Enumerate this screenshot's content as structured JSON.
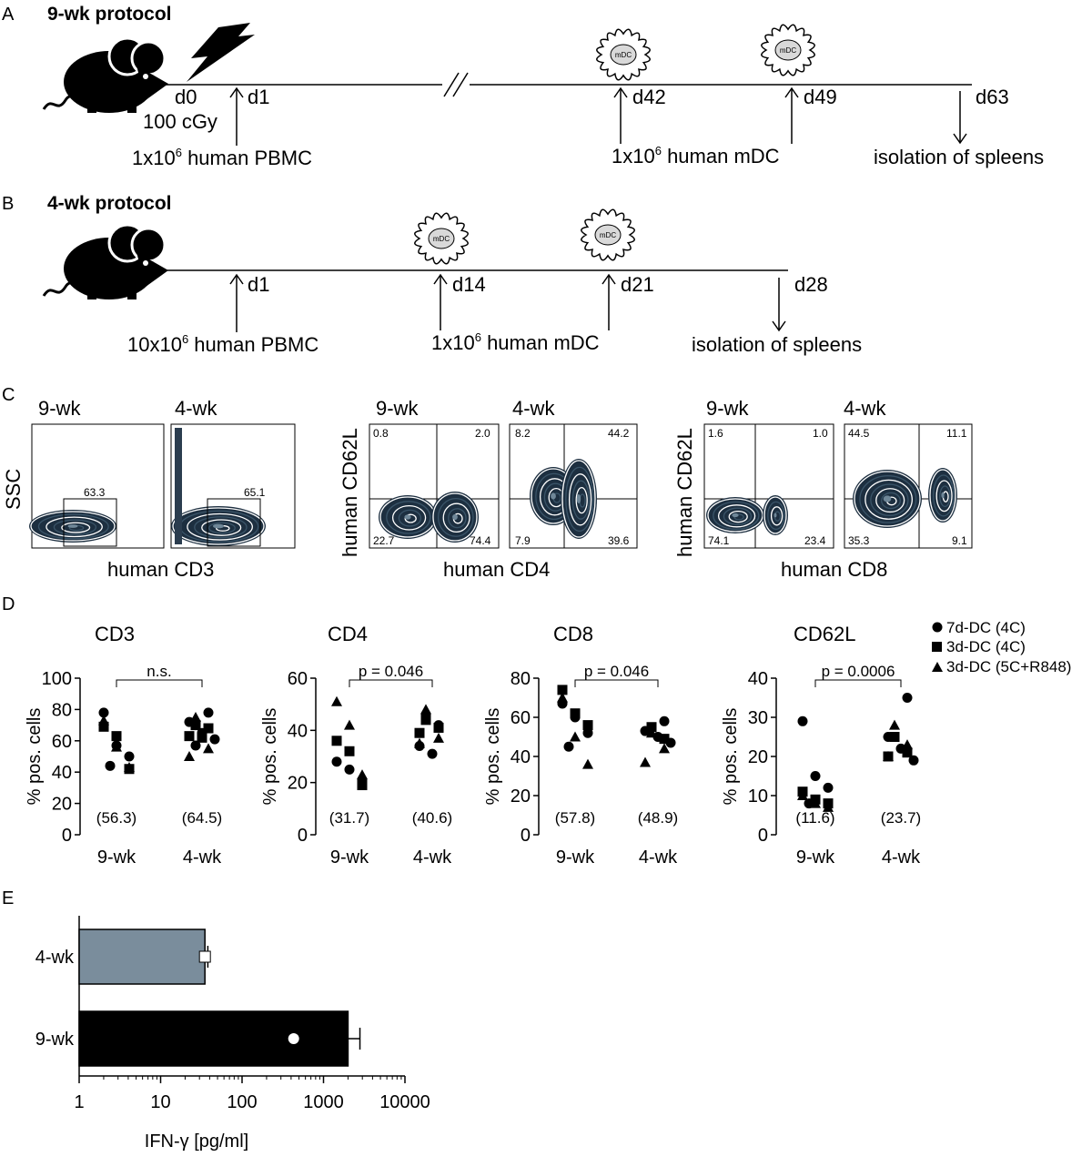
{
  "panel_labels": {
    "A": "A",
    "B": "B",
    "C": "C",
    "D": "D",
    "E": "E"
  },
  "timeline_a": {
    "title": "9-wk protocol",
    "days": [
      "d0",
      "d1",
      "d42",
      "d49",
      "d63"
    ],
    "irradiation": "100 cGy",
    "pbmc_prefix": "1x10",
    "pbmc_exp": "6",
    "pbmc_suffix": " human PBMC",
    "mdc_prefix": "1x10",
    "mdc_exp": "6",
    "mdc_suffix": " human mDC",
    "end": "isolation of spleens",
    "dc_label": "mDC"
  },
  "timeline_b": {
    "title": "4-wk protocol",
    "days": [
      "d1",
      "d14",
      "d21",
      "d28"
    ],
    "pbmc_prefix": "10x10",
    "pbmc_exp": "6",
    "pbmc_suffix": " human PBMC",
    "mdc_prefix": "1x10",
    "mdc_exp": "6",
    "mdc_suffix": " human mDC",
    "end": "isolation of spleens",
    "dc_label": "mDC"
  },
  "flow": {
    "cd3": {
      "ylabel": "SSC",
      "xlabel": "human CD3",
      "plots": [
        {
          "title": "9-wk",
          "gate": "63.3"
        },
        {
          "title": "4-wk",
          "gate": "65.1"
        }
      ]
    },
    "cd4": {
      "ylabel": "human CD62L",
      "xlabel": "human CD4",
      "plots": [
        {
          "title": "9-wk",
          "q": [
            "0.8",
            "2.0",
            "22.7",
            "74.4"
          ]
        },
        {
          "title": "4-wk",
          "q": [
            "8.2",
            "44.2",
            "7.9",
            "39.6"
          ]
        }
      ]
    },
    "cd8": {
      "ylabel": "human CD62L",
      "xlabel": "human CD8",
      "plots": [
        {
          "title": "9-wk",
          "q": [
            "1.6",
            "1.0",
            "74.1",
            "23.4"
          ]
        },
        {
          "title": "4-wk",
          "q": [
            "44.5",
            "11.1",
            "35.3",
            "9.1"
          ]
        }
      ]
    }
  },
  "legend": [
    {
      "marker": "circle",
      "label": "7d-DC (4C)"
    },
    {
      "marker": "square",
      "label": "3d-DC (4C)"
    },
    {
      "marker": "triangle",
      "label": "3d-DC (5C+R848)"
    }
  ],
  "chart_data": [
    {
      "type": "scatter",
      "title": "CD3",
      "ylabel": "% pos. cells",
      "ylim": [
        0,
        100
      ],
      "yticks": [
        0,
        20,
        40,
        60,
        80,
        100
      ],
      "categories": [
        "9-wk",
        "4-wk"
      ],
      "stat": "n.s.",
      "medians": [
        "(56.3)",
        "(64.5)"
      ],
      "series": [
        {
          "name": "7d-DC (4C)",
          "marker": "circle",
          "points": [
            [
              0,
              78
            ],
            [
              0,
              57
            ],
            [
              0,
              50
            ],
            [
              0,
              44
            ],
            [
              1,
              78
            ],
            [
              1,
              72
            ],
            [
              1,
              65
            ],
            [
              1,
              61
            ],
            [
              1,
              57
            ]
          ]
        },
        {
          "name": "3d-DC (4C)",
          "marker": "square",
          "points": [
            [
              0,
              69
            ],
            [
              0,
              63
            ],
            [
              0,
              42
            ],
            [
              1,
              70
            ],
            [
              1,
              68
            ],
            [
              1,
              63
            ],
            [
              1,
              62
            ]
          ]
        },
        {
          "name": "3d-DC (5C+R848)",
          "marker": "triangle",
          "points": [
            [
              0,
              73
            ],
            [
              0,
              56
            ],
            [
              0,
              43
            ],
            [
              1,
              75
            ],
            [
              1,
              55
            ],
            [
              1,
              50
            ]
          ]
        }
      ]
    },
    {
      "type": "scatter",
      "title": "CD4",
      "ylabel": "% pos. cells",
      "ylim": [
        0,
        60
      ],
      "yticks": [
        0,
        20,
        40,
        60
      ],
      "categories": [
        "9-wk",
        "4-wk"
      ],
      "stat": "p = 0.046",
      "medians": [
        "(31.7)",
        "(40.6)"
      ],
      "series": [
        {
          "name": "7d-DC (4C)",
          "marker": "circle",
          "points": [
            [
              0,
              28
            ],
            [
              0,
              25
            ],
            [
              0,
              21
            ],
            [
              1,
              46
            ],
            [
              1,
              42
            ],
            [
              1,
              34
            ],
            [
              1,
              31
            ]
          ]
        },
        {
          "name": "3d-DC (4C)",
          "marker": "square",
          "points": [
            [
              0,
              36
            ],
            [
              0,
              32
            ],
            [
              0,
              19
            ],
            [
              1,
              44
            ],
            [
              1,
              41
            ],
            [
              1,
              39
            ]
          ]
        },
        {
          "name": "3d-DC (5C+R848)",
          "marker": "triangle",
          "points": [
            [
              0,
              51
            ],
            [
              0,
              42
            ],
            [
              0,
              23
            ],
            [
              1,
              48
            ],
            [
              1,
              37
            ],
            [
              1,
              35
            ]
          ]
        }
      ]
    },
    {
      "type": "scatter",
      "title": "CD8",
      "ylabel": "% pos. cells",
      "ylim": [
        0,
        80
      ],
      "yticks": [
        0,
        20,
        40,
        60,
        80
      ],
      "categories": [
        "9-wk",
        "4-wk"
      ],
      "stat": "p = 0.046",
      "medians": [
        "(57.8)",
        "(48.9)"
      ],
      "series": [
        {
          "name": "7d-DC (4C)",
          "marker": "circle",
          "points": [
            [
              0,
              67
            ],
            [
              0,
              60
            ],
            [
              0,
              52
            ],
            [
              0,
              45
            ],
            [
              1,
              58
            ],
            [
              1,
              53
            ],
            [
              1,
              50
            ],
            [
              1,
              47
            ]
          ]
        },
        {
          "name": "3d-DC (4C)",
          "marker": "square",
          "points": [
            [
              0,
              74
            ],
            [
              0,
              62
            ],
            [
              0,
              56
            ],
            [
              1,
              55
            ],
            [
              1,
              49
            ]
          ]
        },
        {
          "name": "3d-DC (5C+R848)",
          "marker": "triangle",
          "points": [
            [
              0,
              70
            ],
            [
              0,
              50
            ],
            [
              0,
              36
            ],
            [
              1,
              52
            ],
            [
              1,
              44
            ],
            [
              1,
              37
            ]
          ]
        }
      ]
    },
    {
      "type": "scatter",
      "title": "CD62L",
      "ylabel": "% pos. cells",
      "ylim": [
        0,
        40
      ],
      "yticks": [
        0,
        10,
        20,
        30,
        40
      ],
      "categories": [
        "9-wk",
        "4-wk"
      ],
      "stat": "p = 0.0006",
      "medians": [
        "(11.6)",
        "(23.7)"
      ],
      "series": [
        {
          "name": "7d-DC (4C)",
          "marker": "circle",
          "points": [
            [
              0,
              29
            ],
            [
              0,
              15
            ],
            [
              0,
              12
            ],
            [
              0,
              8
            ],
            [
              1,
              35
            ],
            [
              1,
              25
            ],
            [
              1,
              22
            ],
            [
              1,
              19
            ]
          ]
        },
        {
          "name": "3d-DC (4C)",
          "marker": "square",
          "points": [
            [
              0,
              11
            ],
            [
              0,
              9
            ],
            [
              0,
              8
            ],
            [
              1,
              25
            ],
            [
              1,
              21
            ],
            [
              1,
              20
            ]
          ]
        },
        {
          "name": "3d-DC (5C+R848)",
          "marker": "triangle",
          "points": [
            [
              0,
              10
            ],
            [
              0,
              8
            ],
            [
              0,
              7
            ],
            [
              1,
              28
            ],
            [
              1,
              23
            ],
            [
              1,
              20
            ]
          ]
        }
      ]
    },
    {
      "type": "bar",
      "orientation": "horizontal",
      "xscale": "log",
      "xlabel": "IFN-γ [pg/ml]",
      "xlim": [
        1,
        10000
      ],
      "xticks": [
        "1",
        "10",
        "100",
        "1000",
        "10000"
      ],
      "categories": [
        "4-wk",
        "9-wk"
      ],
      "values": [
        35,
        2000
      ],
      "errors": [
        38,
        2800
      ],
      "points": [
        35,
        430
      ],
      "colors": [
        "#7a8d9c",
        "#000000"
      ]
    }
  ]
}
